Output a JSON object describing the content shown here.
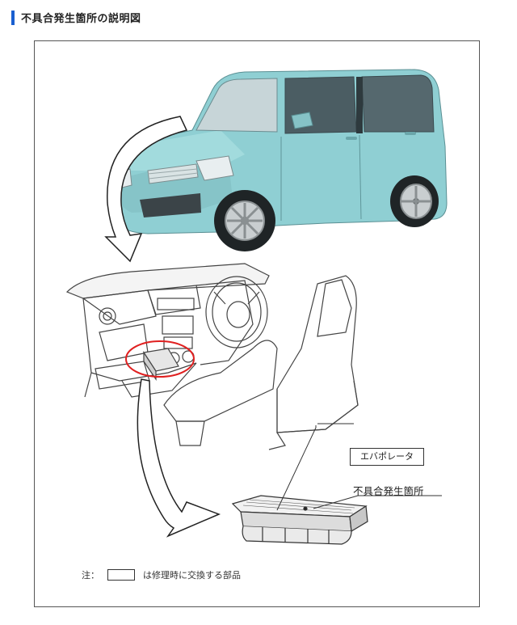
{
  "section": {
    "title": "不具合発生箇所の説明図"
  },
  "figure": {
    "labels": {
      "evaporator": "エバポレータ",
      "defect_location": "不具合発生箇所"
    },
    "note": {
      "prefix": "注：",
      "text": "は修理時に交換する部品"
    },
    "colors": {
      "car_body": "#8fcfd3",
      "highlight_circle": "#e02020",
      "heading_accent": "#1a5fd0"
    }
  }
}
